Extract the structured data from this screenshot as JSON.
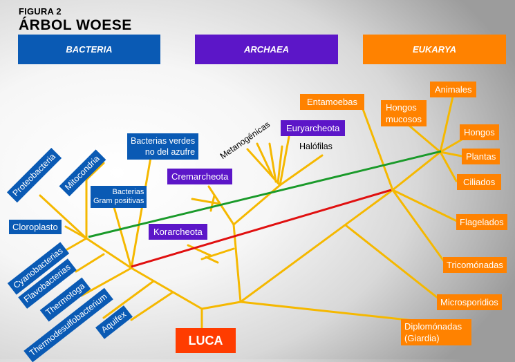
{
  "header": {
    "figure_label": "FIGURA 2",
    "title": "ÁRBOL WOESE"
  },
  "domains": [
    {
      "label": "BACTERIA",
      "color": "#0a5ab4"
    },
    {
      "label": "ARCHAEA",
      "color": "#5c16c8"
    },
    {
      "label": "EUKARYA",
      "color": "#ff8200"
    }
  ],
  "bacteria": {
    "proteobacteria": "Proteobacteria",
    "mitocondria": "Mitocondria",
    "cloroplasto": "Cloroplasto",
    "verdes_line1": "Bacterias verdes",
    "verdes_line2": "no del azufre",
    "gram_line1": "Bacterias",
    "gram_line2": "Gram positivas",
    "cyanobacterias": "Cyanobacterias",
    "flavobacterias": "Flavobacterias",
    "thermotoga": "Thermotoga",
    "thermodesulfobacterium": "Thermodesulfobacterium",
    "aquifex": "Aquifex"
  },
  "archaea": {
    "cremarcheota": "Cremarcheota",
    "korarcheota": "Korarcheota",
    "euryarcheota": "Euryarcheota",
    "metanogenicas": "Metanogénicas",
    "halofilas": "Halófilas"
  },
  "eukarya": {
    "entamoebas": "Entamoebas",
    "hongos_mucosos_line1": "Hongos",
    "hongos_mucosos_line2": "mucosos",
    "animales": "Animales",
    "hongos": "Hongos",
    "plantas": "Plantas",
    "ciliados": "Ciliados",
    "flagelados": "Flagelados",
    "tricomonadas": "Tricomónadas",
    "microsporidios": "Microsporidios",
    "diplomonadas_line1": "Diplomónadas",
    "diplomonadas_line2": "(Giardia)"
  },
  "root": {
    "label": "LUCA",
    "color": "#ff3c00"
  },
  "colors": {
    "branch": "#f5b800",
    "chloroplast_transfer": "#1a9a2a",
    "mitochondria_transfer": "#e01010"
  }
}
